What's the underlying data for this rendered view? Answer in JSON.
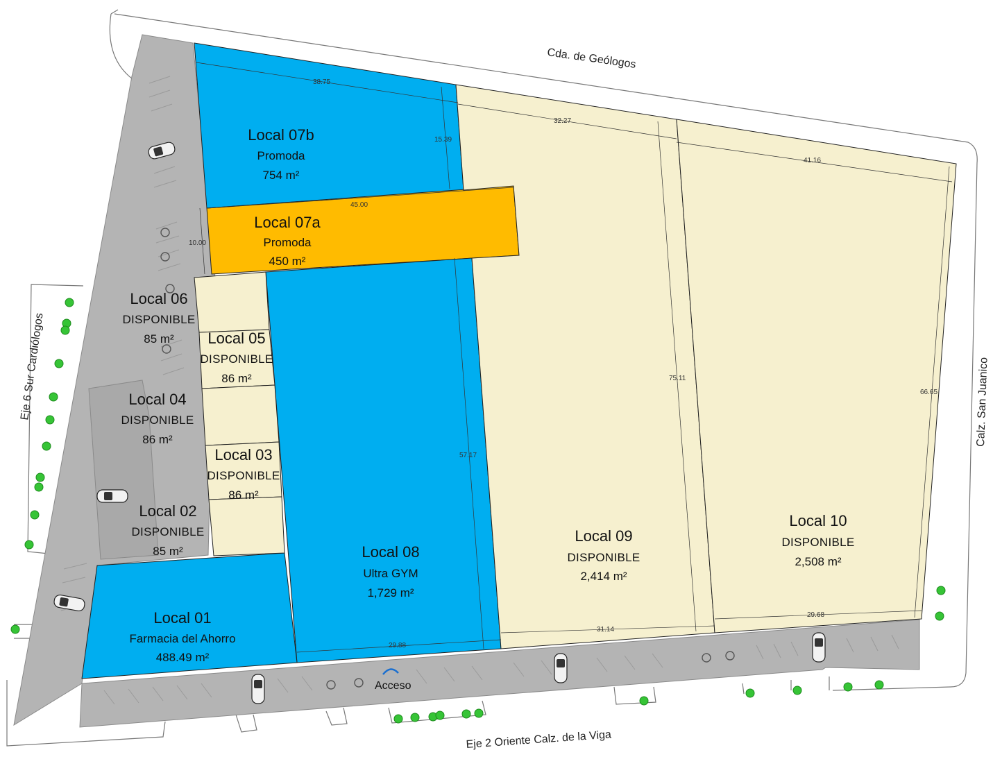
{
  "streets": {
    "north": "Cda. de Geólogos",
    "west": "Eje 6 Sur Cardiólogos",
    "east": "Calz. San Juanico",
    "south": "Eje 2 Oriente Calz. de la Viga"
  },
  "access_label": "Acceso",
  "locales": [
    {
      "id": "07b",
      "name": "Local 07b",
      "tenant": "Promoda",
      "area": "754 m²",
      "color": "#00aef0"
    },
    {
      "id": "07a",
      "name": "Local 07a",
      "tenant": "Promoda",
      "area": "450 m²",
      "color": "#ffbb00"
    },
    {
      "id": "06",
      "name": "Local 06",
      "tenant": "DISPONIBLE",
      "area": "85 m²",
      "color": "#f6f0cf"
    },
    {
      "id": "05",
      "name": "Local 05",
      "tenant": "DISPONIBLE",
      "area": "86 m²",
      "color": "#f6f0cf"
    },
    {
      "id": "04",
      "name": "Local 04",
      "tenant": "DISPONIBLE",
      "area": "86 m²",
      "color": "#f6f0cf"
    },
    {
      "id": "03",
      "name": "Local 03",
      "tenant": "DISPONIBLE",
      "area": "86 m²",
      "color": "#f6f0cf"
    },
    {
      "id": "02",
      "name": "Local 02",
      "tenant": "DISPONIBLE",
      "area": "85 m²",
      "color": "#f6f0cf"
    },
    {
      "id": "01",
      "name": "Local 01",
      "tenant": "Farmacia del Ahorro",
      "area": "488.49 m²",
      "color": "#00aef0"
    },
    {
      "id": "08",
      "name": "Local 08",
      "tenant": "Ultra GYM",
      "area": "1,729 m²",
      "color": "#00aef0"
    },
    {
      "id": "09",
      "name": "Local 09",
      "tenant": "DISPONIBLE",
      "area": "2,414 m²",
      "color": "#f6f0cf"
    },
    {
      "id": "10",
      "name": "Local 10",
      "tenant": "DISPONIBLE",
      "area": "2,508 m²",
      "color": "#f6f0cf"
    }
  ],
  "dimensions": [
    "38.75",
    "15.39",
    "32.27",
    "41.16",
    "45.00",
    "10.00",
    "75.11",
    "66.65",
    "57.17",
    "31.14",
    "29.68",
    "29.88"
  ],
  "colors": {
    "parking": "#b4b4b4",
    "tenant_leased": "#00aef0",
    "tenant_promoda_a": "#ffbb00",
    "available": "#f6f0cf",
    "tree": "#36c436"
  }
}
